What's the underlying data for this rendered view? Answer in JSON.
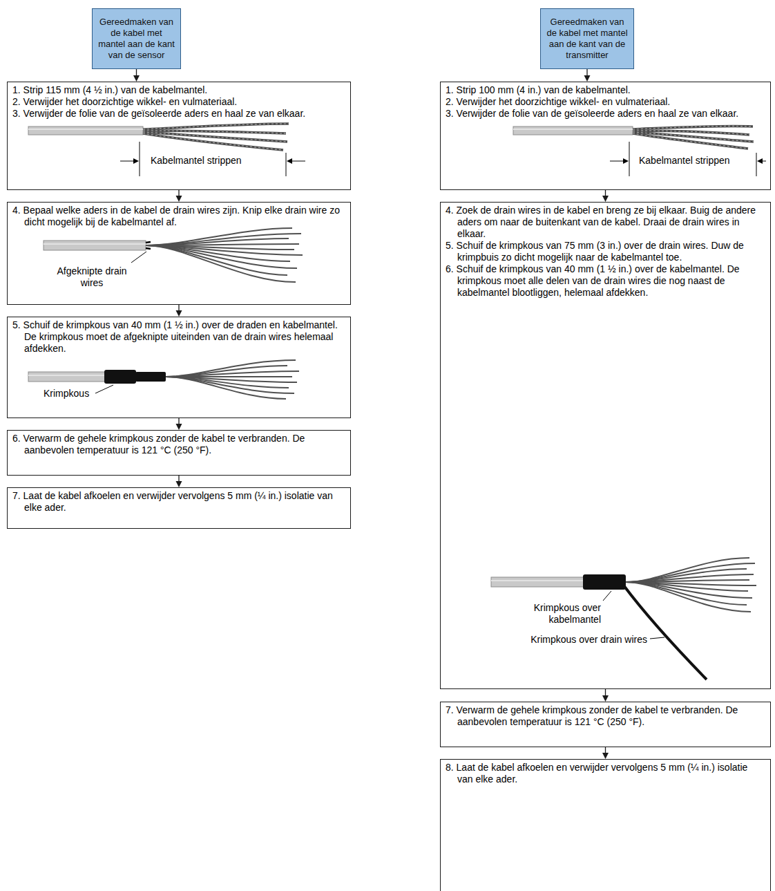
{
  "diagram": {
    "nodes": [
      {
        "text": [
          "Gereedmaken van de kabel met mantel aan de kant van de sensor"
        ]
      },
      {
        "text": [
          "1. Strip 115 mm (4 ½ in.) van de kabelmantel.",
          "2. Verwijder het doorzichtige wikkel- en vulmateriaal.",
          "3. Verwijder de folie van de geïsoleerde aders en haal ze van elkaar."
        ]
      },
      {
        "text": [
          "4. Bepaal welke aders in de kabel de drain wires zijn. Knip elke drain wire zo dicht mogelijk bij de kabelmantel af."
        ]
      },
      {
        "text": [
          "5. Schuif de krimpkous van 40 mm (1 ½ in.) over de draden en kabelmantel. De krimpkous moet de afgeknipte uiteinden van de drain wires helemaal afdekken."
        ]
      },
      {
        "text": [
          "6. Verwarm de gehele krimpkous zonder de kabel te verbranden. De aanbevolen temperatuur is 121 °C (250 °F)."
        ]
      },
      {
        "text": [
          "7. Laat de kabel afkoelen en verwijder vervolgens 5 mm (¼ in.) isolatie van elke ader."
        ]
      },
      {
        "text": [
          "Gereedmaken van de kabel met mantel aan de kant van de transmitter"
        ]
      },
      {
        "text": [
          "1. Strip 100 mm (4 in.) van de kabelmantel.",
          "2. Verwijder het doorzichtige wikkel- en vulmateriaal.",
          "3. Verwijder de folie van de geïsoleerde aders en haal ze van elkaar."
        ]
      },
      {
        "text": [
          "4. Zoek de drain wires in de kabel en breng ze bij elkaar. Buig de andere aders om naar de buitenkant van de kabel. Draai de drain wires in elkaar.",
          "5. Schuif de krimpkous van 75 mm (3 in.) over de drain wires. Duw de krimpbuis zo dicht mogelijk naar de kabelmantel toe.",
          "6. Schuif de krimpkous van 40 mm (1 ½ in.) over de kabelmantel. De krimpkous moet alle delen van de drain wires die nog naast de kabelmantel blootliggen, helemaal afdekken."
        ]
      },
      {
        "text": [
          "7. Verwarm de gehele krimpkous zonder de kabel te verbranden. De aanbevolen temperatuur is 121 °C (250 °F)."
        ]
      },
      {
        "text": [
          "8. Laat de kabel afkoelen en verwijder vervolgens 5 mm (¼ in.) isolatie van elke ader."
        ]
      }
    ],
    "edges": [
      {
        "from": 0,
        "to": 1,
        "arrow": "to"
      },
      {
        "from": 1,
        "to": 2,
        "arrow": "to"
      },
      {
        "from": 2,
        "to": 3,
        "arrow": "to"
      },
      {
        "from": 3,
        "to": 4,
        "arrow": "to"
      },
      {
        "from": 4,
        "to": 5,
        "arrow": "to"
      },
      {
        "from": 6,
        "to": 7,
        "arrow": "to"
      },
      {
        "from": 7,
        "to": 8,
        "arrow": "to"
      },
      {
        "from": 8,
        "to": 9,
        "arrow": "to"
      },
      {
        "from": 9,
        "to": 10,
        "arrow": "to"
      }
    ],
    "labels": [
      "Kabelmantel strippen",
      "Afgeknipte drain wires",
      "Krimpkous",
      "Kabelmantel strippen",
      "Krimpkous over kabelmantel",
      "Krimpkous over drain wires"
    ]
  }
}
